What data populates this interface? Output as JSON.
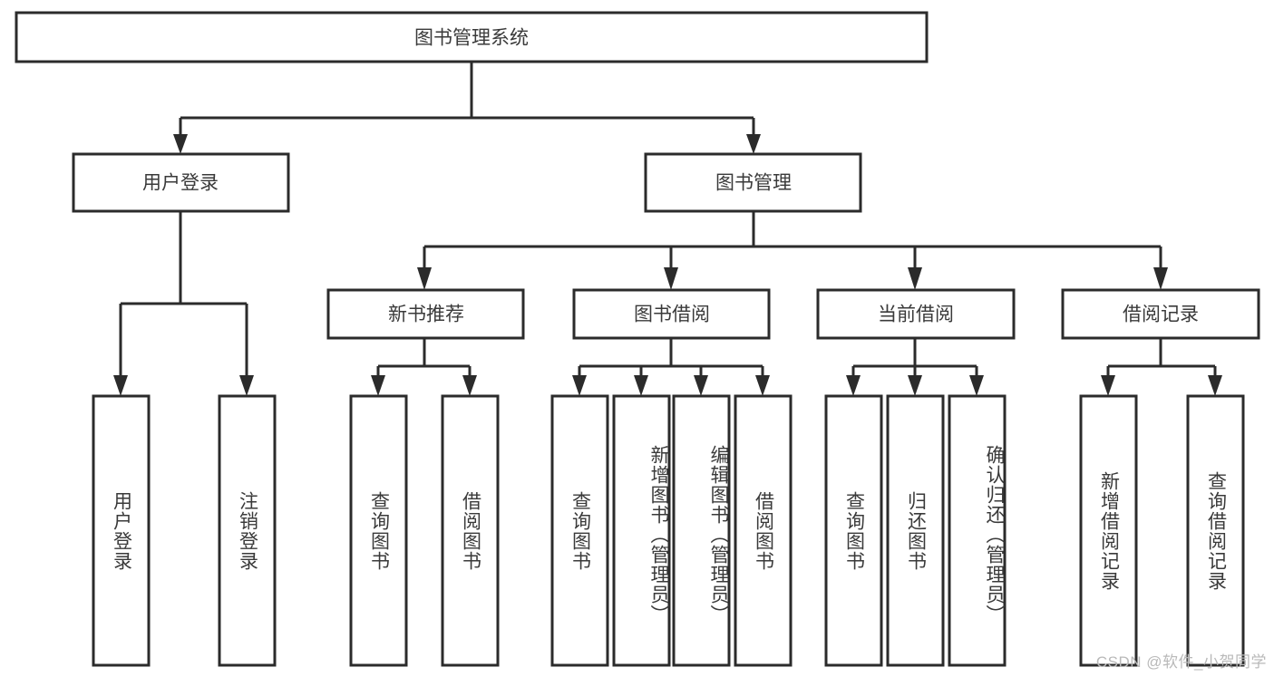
{
  "diagram": {
    "type": "tree-hierarchy",
    "title": "图书管理系统",
    "watermark": "CSDN @软件_小贺同学",
    "colors": {
      "background": "#ffffff",
      "box_stroke": "#2b2b2b",
      "box_fill": "#ffffff",
      "text": "#3a3a3a",
      "connector": "#2b2b2b",
      "watermark": "#b9b9b9"
    },
    "root": {
      "label": "图书管理系统"
    },
    "level2": [
      {
        "label": "用户登录"
      },
      {
        "label": "图书管理"
      }
    ],
    "level3": [
      {
        "label": "新书推荐"
      },
      {
        "label": "图书借阅"
      },
      {
        "label": "当前借阅"
      },
      {
        "label": "借阅记录"
      }
    ],
    "leaves": {
      "user_login": [
        {
          "label": "用户登录"
        },
        {
          "label": "注销登录"
        }
      ],
      "new_book_recommend": [
        {
          "label": "查询图书"
        },
        {
          "label": "借阅图书"
        }
      ],
      "book_borrow": [
        {
          "label": "查询图书"
        },
        {
          "label": "新增图书（管理员）"
        },
        {
          "label": "编辑图书（管理员）"
        },
        {
          "label": "借阅图书"
        }
      ],
      "current_borrow": [
        {
          "label": "查询图书"
        },
        {
          "label": "归还图书"
        },
        {
          "label": "确认归还（管理员）"
        }
      ],
      "borrow_record": [
        {
          "label": "新增借阅记录"
        },
        {
          "label": "查询借阅记录"
        }
      ]
    }
  }
}
